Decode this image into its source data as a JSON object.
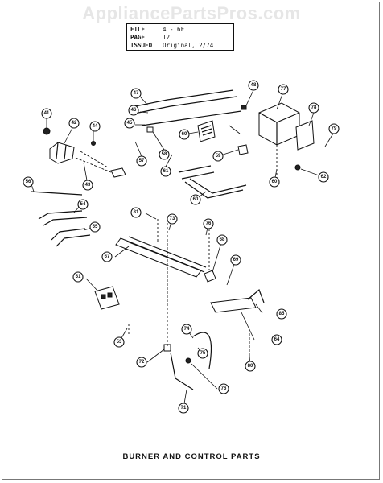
{
  "watermark": "AppliancePartsPros.com",
  "file_box": {
    "rows": [
      {
        "key": "FILE",
        "value": "4 - 6F"
      },
      {
        "key": "PAGE",
        "value": "12"
      },
      {
        "key": "ISSUED",
        "value": "Original, 2/74"
      }
    ]
  },
  "caption": "BURNER AND CONTROL PARTS",
  "callouts": [
    "41",
    "42",
    "44",
    "43",
    "47",
    "46",
    "45",
    "58",
    "57",
    "60",
    "61",
    "48",
    "77",
    "78",
    "79",
    "59",
    "60",
    "62",
    "60",
    "56",
    "54",
    "55",
    "81",
    "73",
    "76",
    "67",
    "68",
    "69",
    "51",
    "85",
    "64",
    "53",
    "74",
    "75",
    "72",
    "76",
    "71",
    "80"
  ]
}
